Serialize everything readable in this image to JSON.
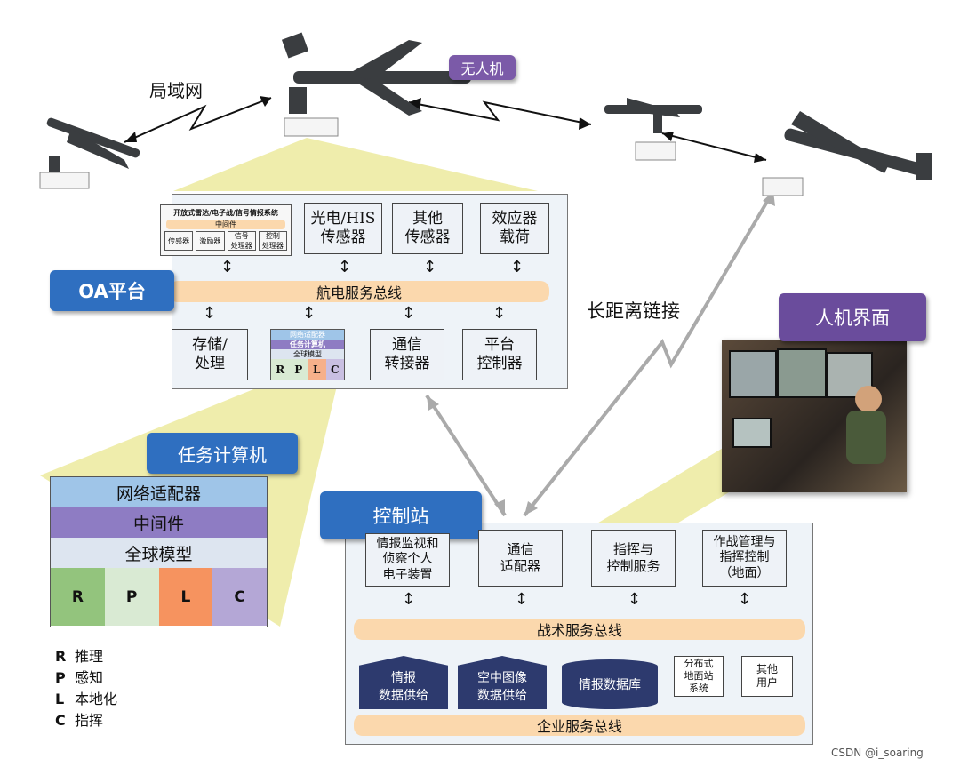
{
  "labels": {
    "lan": "局域网",
    "uav": "无人机",
    "long_link": "长距离链接",
    "hmi": "人机界面",
    "oa_platform": "OA平台",
    "mission_computer": "任务计算机",
    "control_station": "控制站",
    "watermark": "CSDN @i_soaring"
  },
  "oa": {
    "inner_title": "开放式雷达/电子战/信号情报系统",
    "inner_mid": "中间件",
    "inner_items": [
      "传感器",
      "激励器",
      "信号\n处理器",
      "控制\n处理器"
    ],
    "top_boxes": [
      "光电/HIS\n传感器",
      "其他\n传感器",
      "效应器\n载荷"
    ],
    "bus": "航电服务总线",
    "bottom_boxes": [
      "存储/\n处理",
      "通信\n转接器",
      "平台\n控制器"
    ],
    "mini_stack": [
      "网络适配器",
      "任务计算机",
      "全球模型"
    ],
    "mini_rplc": [
      "R",
      "P",
      "L",
      "C"
    ]
  },
  "mission": {
    "rows": [
      "网络适配器",
      "中间件",
      "全球模型"
    ],
    "cells": [
      "R",
      "P",
      "L",
      "C"
    ],
    "colors": {
      "row1": "#9fc5e8",
      "row2": "#8e7cc3",
      "row3": "#dde5f0",
      "R": "#93c47d",
      "P": "#d9ead3",
      "L": "#f6935f",
      "C": "#b4a7d6"
    }
  },
  "legend": [
    {
      "k": "R",
      "v": "推理"
    },
    {
      "k": "P",
      "v": "感知"
    },
    {
      "k": "L",
      "v": "本地化"
    },
    {
      "k": "C",
      "v": "指挥"
    }
  ],
  "station": {
    "top_boxes": [
      "情报监视和\n侦察个人\n电子装置",
      "通信\n适配器",
      "指挥与\n控制服务",
      "作战管理与\n指挥控制\n（地面）"
    ],
    "tactical_bus": "战术服务总线",
    "bottom_items": [
      "情报\n数据供给",
      "空中图像\n数据供给",
      "情报数据库",
      "分布式\n地面站\n系统",
      "其他\n用户"
    ],
    "enterprise_bus": "企业服务总线"
  },
  "colors": {
    "blue_tag": "#2f6fc0",
    "purple_tag": "#6a4c9c",
    "bus": "#fbd8ad",
    "callout": "#e8e29a"
  }
}
